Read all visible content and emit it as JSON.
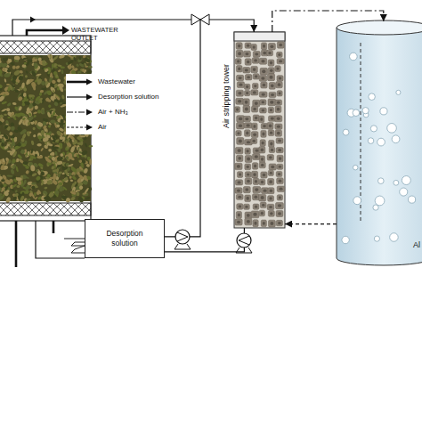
{
  "diagram": {
    "nodes": [
      {
        "text": [
          "Air stripping tower"
        ]
      },
      {
        "text": [
          "Al"
        ]
      },
      {
        "text": [
          "Desorption solution"
        ]
      }
    ],
    "edges": [
      {
        "from": 2,
        "to": 0,
        "arrow": "to"
      },
      {
        "from": 0,
        "to": 2,
        "arrow": "none"
      },
      {
        "from": 0,
        "to": 1,
        "arrow": "to"
      },
      {
        "from": 1,
        "to": 0,
        "arrow": "to"
      }
    ],
    "labels": [
      "WASTEWATER OUTLET"
    ],
    "legend": [
      {
        "text": "Wastewater"
      },
      {
        "text": "Desorption solution"
      },
      {
        "text": "Air + NH₃"
      },
      {
        "text": "Air"
      }
    ]
  }
}
